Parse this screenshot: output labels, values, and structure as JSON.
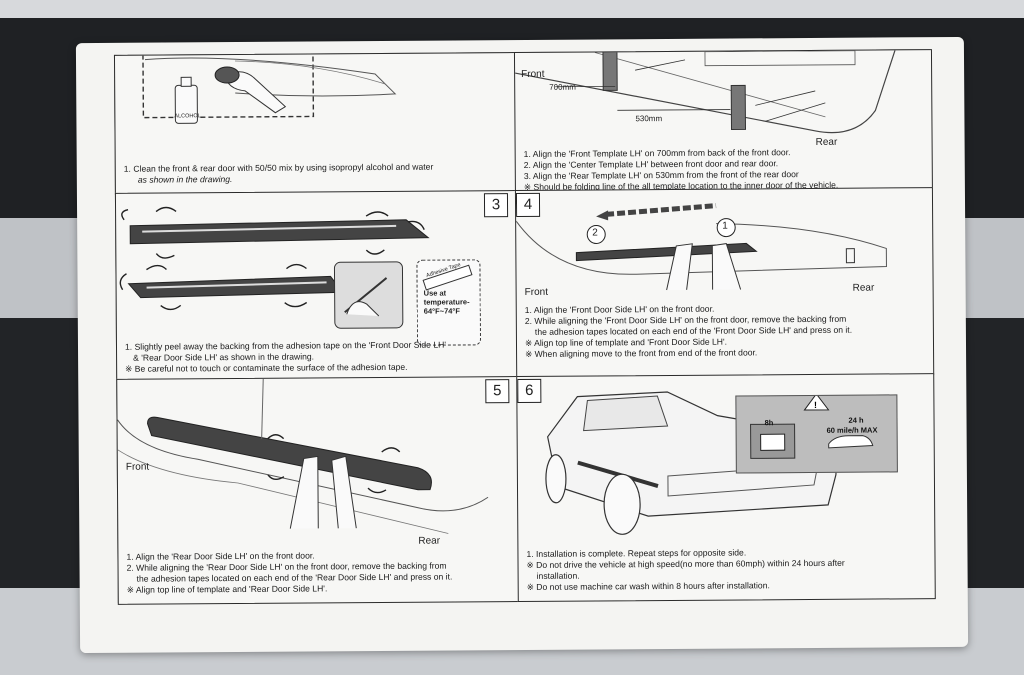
{
  "step1": {
    "caption": [
      "1. Clean the front & rear door with 50/50 mix by using isopropyl alcohol and water",
      "as shown in the drawing."
    ],
    "bottle_label": "ALCOHOL"
  },
  "step2": {
    "label_front": "Front",
    "label_700": "700mm",
    "label_530": "530mm",
    "label_rear": "Rear",
    "caption": [
      "1. Align the 'Front Template LH' on 700mm from back of the front door.",
      "2. Align the 'Center Template LH' between front door and rear door.",
      "3. Align the 'Rear Template LH' on 530mm from the front of the rear door",
      "※ Should be folding line of the all template location to the inner door of the vehicle."
    ]
  },
  "step3": {
    "number": "3",
    "tape_note": [
      "Use at",
      "temperature-",
      "64°F~74°F"
    ],
    "tape_label": "Adhesive Tape",
    "caption": [
      "1. Slightly peel away the backing from the adhesion tape on the 'Front Door Side LH'",
      "& 'Rear Door Side LH' as shown in the drawing.",
      "※ Be careful not to touch or contaminate the surface of the adhesion tape."
    ]
  },
  "step4": {
    "number": "4",
    "label_front": "Front",
    "label_rear": "Rear",
    "circle1": "1",
    "circle2": "2",
    "caption": [
      "1. Align the 'Front Door Side LH' on the front door.",
      "2. While aligning the 'Front Door Side LH' on the front door, remove the backing from",
      "the adhesion tapes located on each end of the 'Front Door Side LH' and press on it.",
      "※ Align top line of template and  'Front Door Side LH'.",
      "※ When aligning move to the front from end of the front door."
    ]
  },
  "step5": {
    "number": "5",
    "label_front": "Front",
    "label_rear": "Rear",
    "caption": [
      "1. Align the 'Rear Door Side LH' on the front door.",
      "2. While aligning the 'Rear Door Side LH' on the front door, remove the backing from",
      "the adhesion tapes located on each end of the 'Rear Door Side LH' and press on it.",
      "※ Align top line of template and  'Rear Door Side LH'."
    ]
  },
  "step6": {
    "number": "6",
    "warn_8h": "8h",
    "warn_24h": "24 h",
    "warn_speed": "60 mile/h MAX",
    "caption": [
      "1. Installation is complete. Repeat steps for opposite side.",
      "※ Do not drive the vehicle at high speed(no more than 60mph) within 24 hours after",
      "installation.",
      "※ Do not use machine car wash within 8 hours after installation."
    ]
  },
  "colors": {
    "paper": "#f4f4f2",
    "ink": "#2b2b2b",
    "warning_panel": "#bdbdbd"
  }
}
